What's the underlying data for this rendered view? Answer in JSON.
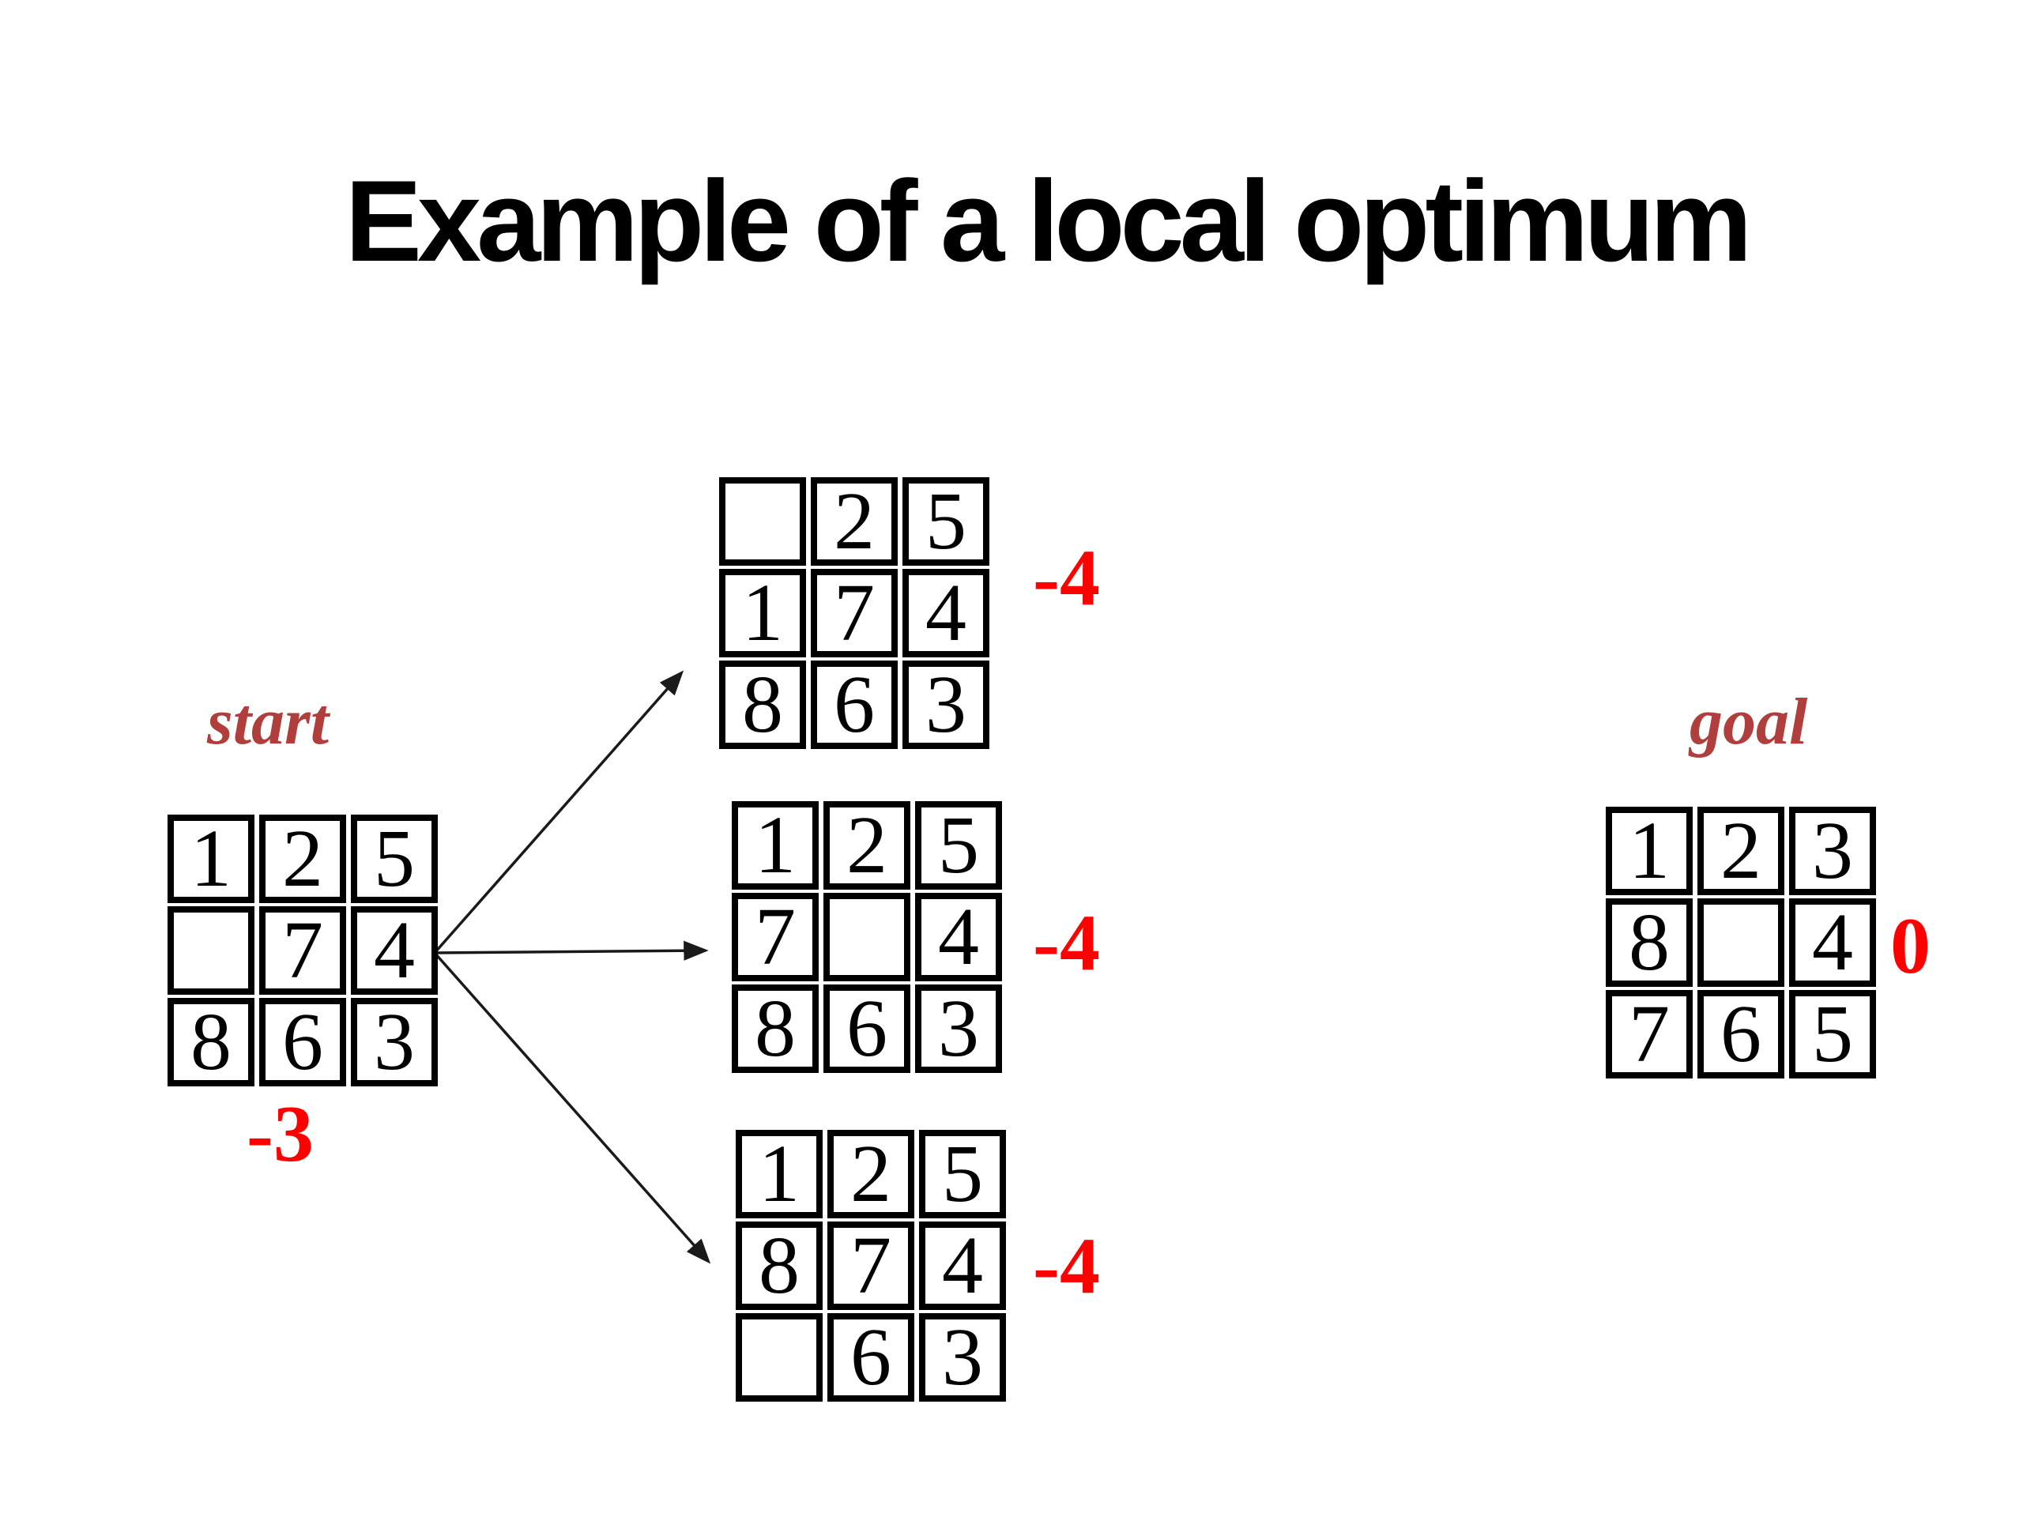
{
  "title": "Example of a local optimum",
  "colors": {
    "title_text": "#000000",
    "state_label_red": "#B03E3C",
    "score_red": "#FF0000",
    "grid_border": "#000000",
    "cell_background": "#FFFFFF",
    "digit": "#000000",
    "arrow": "#1A1A1A",
    "background": "#FFFFFF"
  },
  "states": {
    "start": {
      "label": "start",
      "score": "-3",
      "rows": [
        [
          "1",
          "2",
          "5"
        ],
        [
          "",
          "7",
          "4"
        ],
        [
          "8",
          "6",
          "3"
        ]
      ]
    },
    "successor1": {
      "score": "-4",
      "rows": [
        [
          "",
          "2",
          "5"
        ],
        [
          "1",
          "7",
          "4"
        ],
        [
          "8",
          "6",
          "3"
        ]
      ]
    },
    "successor2": {
      "score": "-4",
      "rows": [
        [
          "1",
          "2",
          "5"
        ],
        [
          "7",
          "",
          "4"
        ],
        [
          "8",
          "6",
          "3"
        ]
      ]
    },
    "successor3": {
      "score": "-4",
      "rows": [
        [
          "1",
          "2",
          "5"
        ],
        [
          "8",
          "7",
          "4"
        ],
        [
          "",
          "6",
          "3"
        ]
      ]
    },
    "goal": {
      "label": "goal",
      "score": "0",
      "rows": [
        [
          "1",
          "2",
          "3"
        ],
        [
          "8",
          "",
          "4"
        ],
        [
          "7",
          "6",
          "5"
        ]
      ]
    }
  },
  "arrows": [
    {
      "from": "start",
      "to": "successor1"
    },
    {
      "from": "start",
      "to": "successor2"
    },
    {
      "from": "start",
      "to": "successor3"
    }
  ]
}
